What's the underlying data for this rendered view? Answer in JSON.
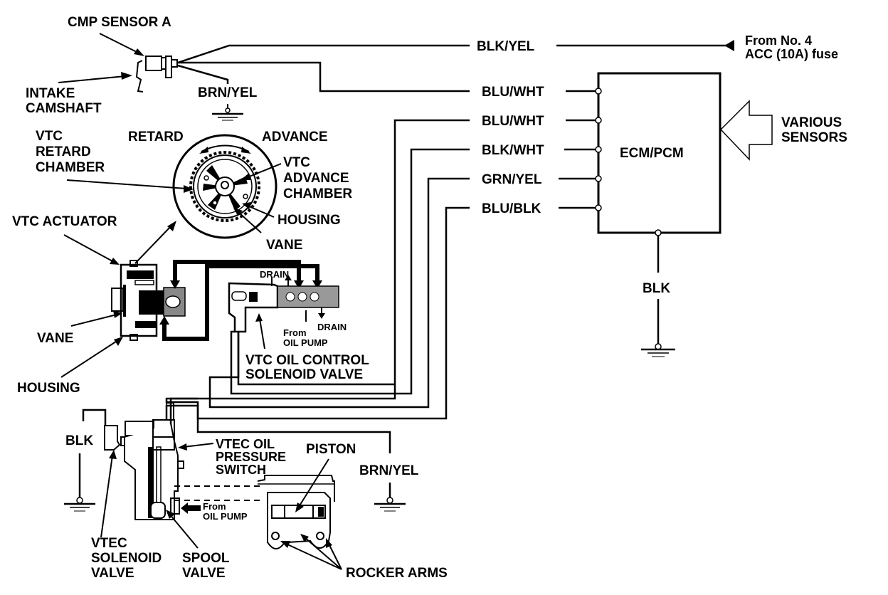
{
  "diagram": {
    "type": "wiring-and-hydraulic-schematic",
    "subject": "VTC / VTEC control system",
    "colors": {
      "ink": "#000000",
      "background": "#ffffff"
    }
  },
  "components": {
    "cmp_sensor": "CMP SENSOR A",
    "intake_camshaft": [
      "INTAKE",
      "CAMSHAFT"
    ],
    "ecm": "ECM/PCM",
    "various_sensors": [
      "VARIOUS",
      "SENSORS"
    ],
    "fuse_source": [
      "From No. 4",
      "ACC (10A) fuse"
    ],
    "retard": "RETARD",
    "advance": "ADVANCE",
    "vtc_retard_chamber": [
      "VTC",
      "RETARD",
      "CHAMBER"
    ],
    "vtc_advance_chamber": [
      "VTC",
      "ADVANCE",
      "CHAMBER"
    ],
    "housing_top": "HOUSING",
    "vane_top": "VANE",
    "vtc_actuator": "VTC ACTUATOR",
    "vane_left": "VANE",
    "housing_left": "HOUSING",
    "drain_top": "DRAIN",
    "drain_bottom": "DRAIN",
    "from_oil_pump_vtc": [
      "From",
      "OIL PUMP"
    ],
    "vtc_oil_control": [
      "VTC OIL CONTROL",
      "SOLENOID VALVE"
    ],
    "vtec_oil_pressure_switch": [
      "VTEC OIL",
      "PRESSURE",
      "SWITCH"
    ],
    "piston": "PISTON",
    "from_oil_pump_vtec": [
      "From",
      "OIL PUMP"
    ],
    "vtec_solenoid": [
      "VTEC",
      "SOLENOID",
      "VALVE"
    ],
    "spool_valve": [
      "SPOOL",
      "VALVE"
    ],
    "rocker_arms": "ROCKER ARMS"
  },
  "wires": {
    "blk_yel": "BLK/YEL",
    "brn_yel_cmp": "BRN/YEL",
    "blu_wht_1": "BLU/WHT",
    "blu_wht_2": "BLU/WHT",
    "blk_wht": "BLK/WHT",
    "grn_yel": "GRN/YEL",
    "blu_blk": "BLU/BLK",
    "blk_ecm": "BLK",
    "blk_vtec": "BLK",
    "brn_yel_switch": "BRN/YEL"
  }
}
